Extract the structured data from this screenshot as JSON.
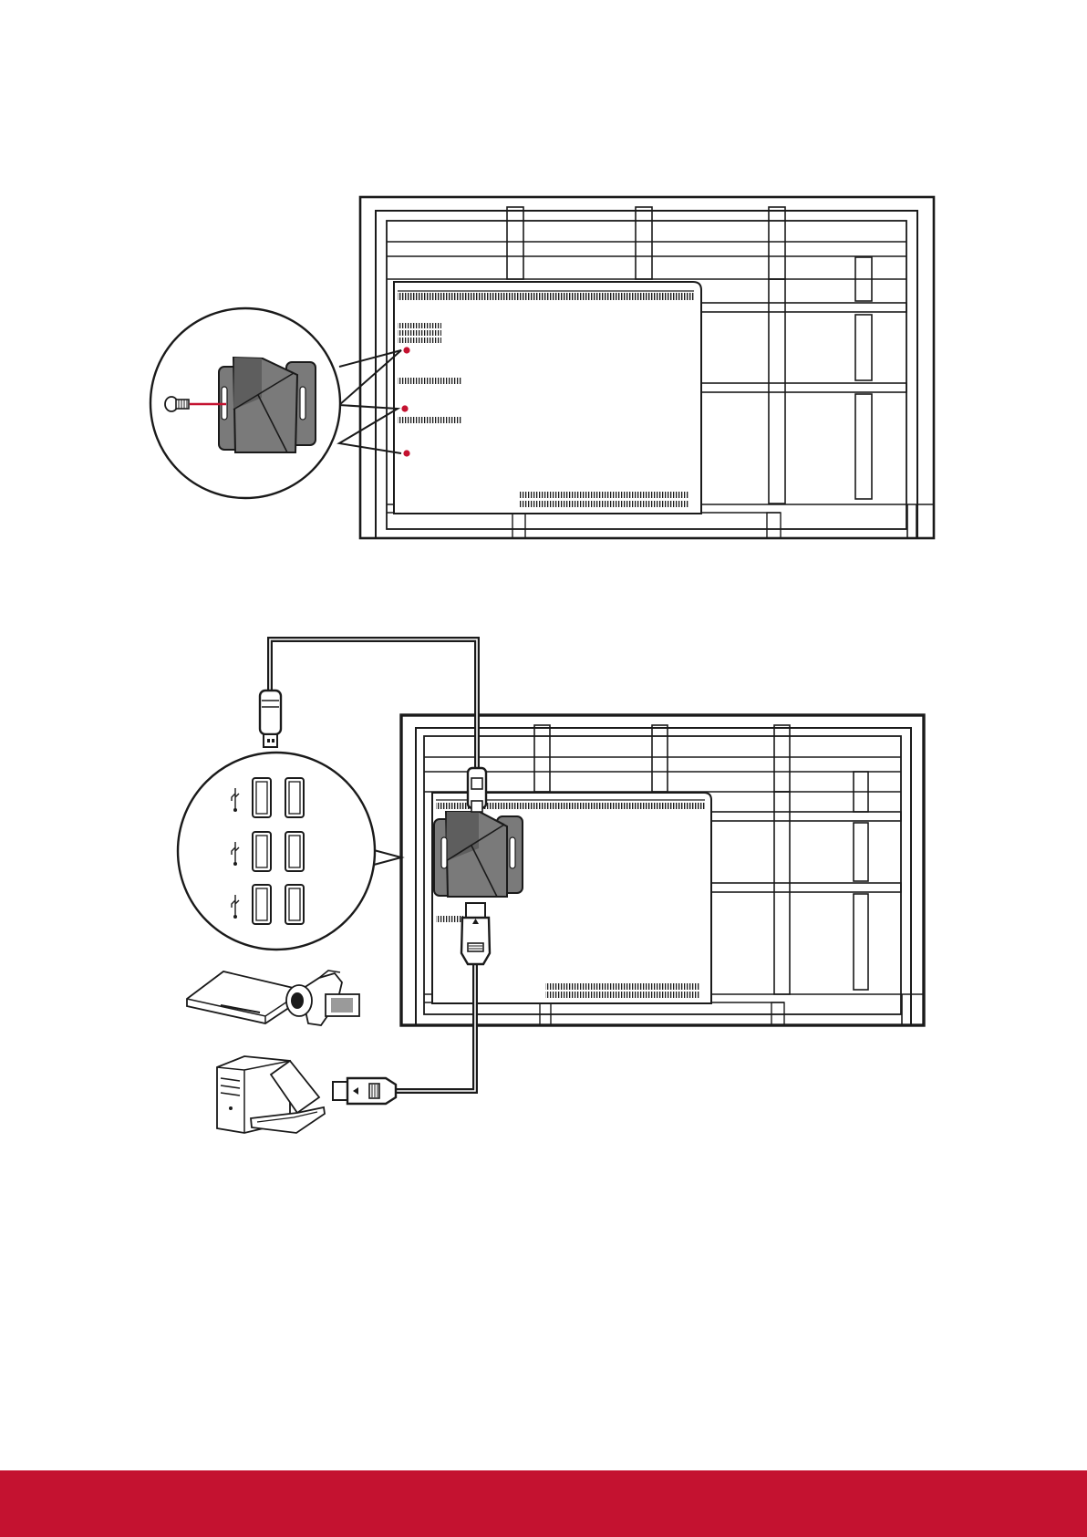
{
  "colors": {
    "accent": "#c41230",
    "line": "#1a1a1a",
    "module_fill": "#7a7a7a",
    "module_dark": "#5e5e5e",
    "background": "#ffffff"
  },
  "figures": [
    {
      "id": "module-installation",
      "shows": [
        "display-rear-panel",
        "zoom-callout",
        "slot-module",
        "screw-icon",
        "mounting-points"
      ]
    },
    {
      "id": "cable-connection",
      "shows": [
        "display-rear-panel",
        "slot-module",
        "usb-cable",
        "hdmi-cable",
        "usb-ports-callout",
        "media-player-icon",
        "camcorder-icon",
        "computer-icon",
        "laptop-icon"
      ]
    }
  ],
  "icons": [
    "screw-icon",
    "usb-icon",
    "usb-plug-icon",
    "hdmi-plug-icon",
    "media-player-icon",
    "camcorder-icon",
    "computer-icon",
    "laptop-icon"
  ]
}
